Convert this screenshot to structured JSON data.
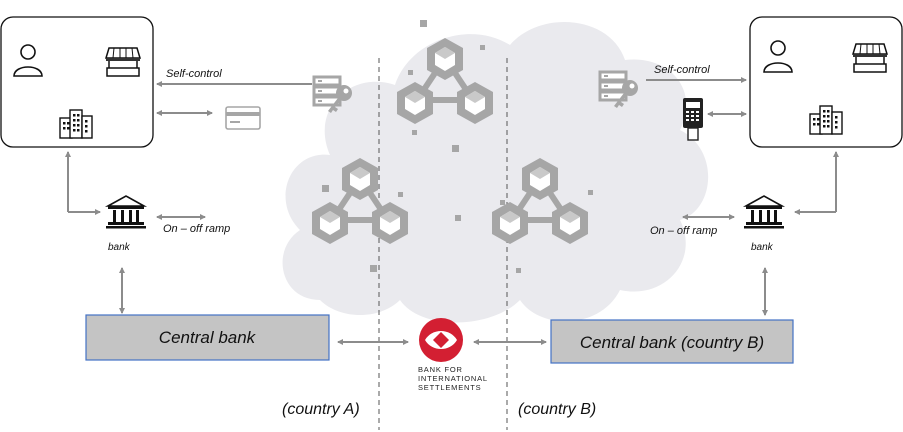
{
  "labels": {
    "self_control_left": "Self-control",
    "self_control_right": "Self-control",
    "ramp_left": "On – off ramp",
    "ramp_right": "On – off ramp",
    "bank_left": "bank",
    "bank_right": "bank",
    "central_bank_a": "Central bank",
    "central_bank_b": "Central bank (country B)",
    "country_a": "(country A)",
    "country_b": "(country B)"
  },
  "bis_logo": {
    "line1": "BANK FOR",
    "line2": "INTERNATIONAL",
    "line3": "SETTLEMENTS"
  },
  "colors": {
    "cloud": "#eaeaee",
    "icon_gray": "#a6a6a6",
    "central_bank_fill": "#c4c4c4",
    "central_bank_border": "#4472c4",
    "bis_red": "#d31f32",
    "arrow": "#8c8c8c"
  },
  "icons": [
    "user-icon",
    "shop-icon",
    "buildings-icon",
    "credit-card-icon",
    "pos-terminal-icon",
    "database-key-icon",
    "bank-icon",
    "blockchain-cluster-icon",
    "bis-logo"
  ]
}
